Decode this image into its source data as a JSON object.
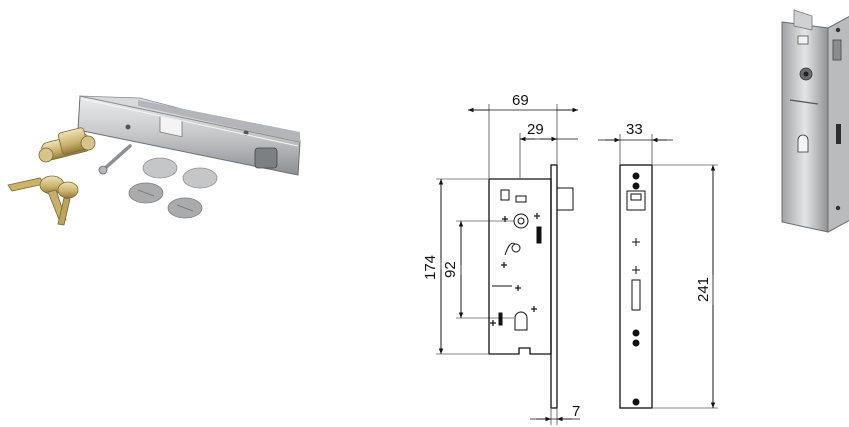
{
  "dimensions": {
    "width_total": "69",
    "backset": "29",
    "faceplate_width": "33",
    "body_height": "174",
    "center_distance": "92",
    "faceplate_height": "241",
    "faceplate_thickness": "7"
  },
  "colors": {
    "line": "#111111",
    "metal_light": "#d9dadb",
    "metal_mid": "#a9abad",
    "metal_dark": "#5e6164",
    "brass": "#c9b06a",
    "cap_grey": "#b7b9bb"
  }
}
